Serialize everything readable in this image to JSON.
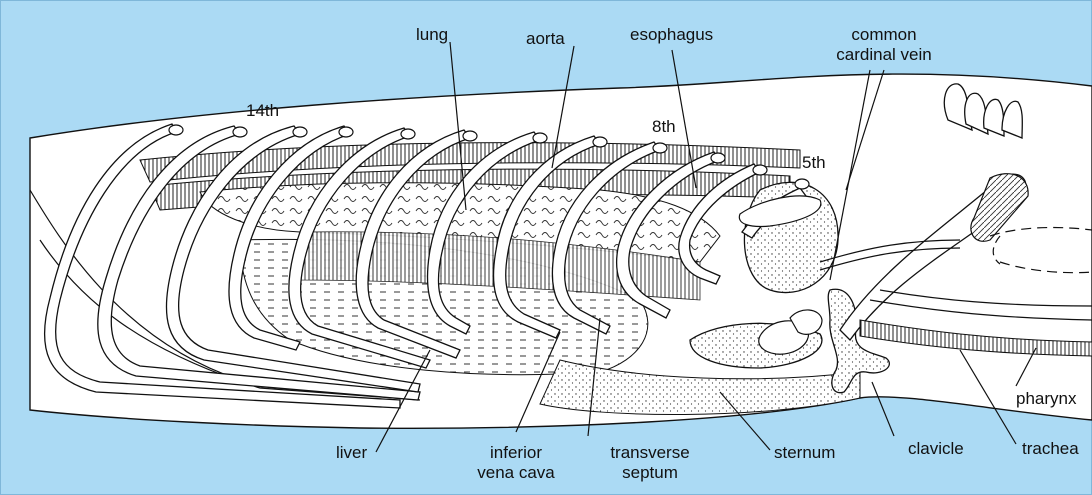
{
  "figure": {
    "background_color": "#abdaf4",
    "drawing_color": "#111111",
    "rib_labels": {
      "r14": "14th",
      "r8": "8th",
      "r5": "5th"
    },
    "labels": {
      "lung": "lung",
      "aorta": "aorta",
      "esophagus": "esophagus",
      "cardinal_line1": "common",
      "cardinal_line2": "cardinal vein",
      "pharynx": "pharynx",
      "liver": "liver",
      "ivc_line1": "inferior",
      "ivc_line2": "vena cava",
      "septum_line1": "transverse",
      "septum_line2": "septum",
      "sternum": "sternum",
      "clavicle": "clavicle",
      "trachea": "trachea"
    }
  }
}
